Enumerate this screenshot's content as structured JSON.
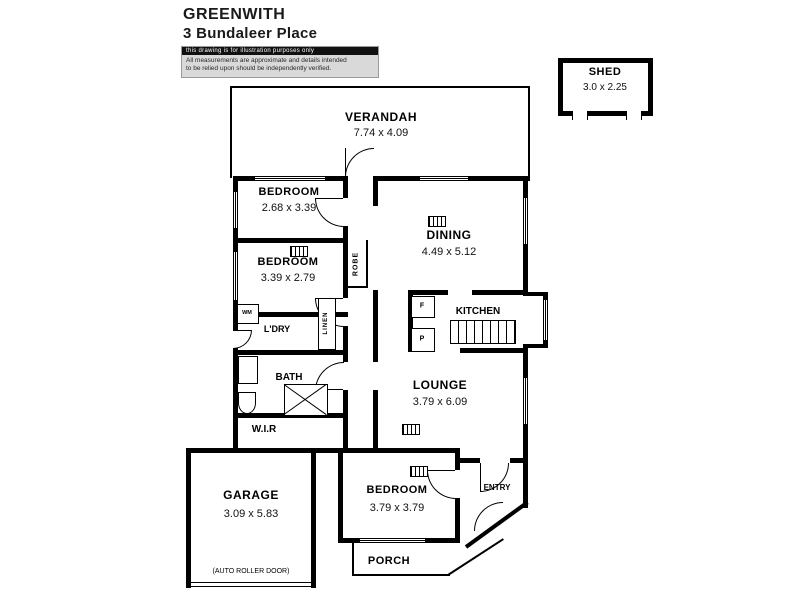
{
  "header": {
    "suburb": "GREENWITH",
    "address": "3 Bundaleer Place"
  },
  "disclaimer": {
    "line1": "this drawing is for illustration purposes only",
    "line2": "All measurements are approximate and details intended",
    "line3": "to be relied upon should be independently verified."
  },
  "rooms": {
    "verandah": {
      "name": "VERANDAH",
      "dims": "7.74 x 4.09"
    },
    "shed": {
      "name": "SHED",
      "dims": "3.0 x 2.25"
    },
    "bedroom_front": {
      "name": "BEDROOM",
      "dims": "2.68 x 3.39"
    },
    "bedroom_mid": {
      "name": "BEDROOM",
      "dims": "3.39 x 2.79"
    },
    "bedroom_rear": {
      "name": "BEDROOM",
      "dims": "3.79 x 3.79"
    },
    "dining": {
      "name": "DINING",
      "dims": "4.49 x 5.12"
    },
    "kitchen": {
      "name": "KITCHEN"
    },
    "lounge": {
      "name": "LOUNGE",
      "dims": "3.79 x 6.09"
    },
    "garage": {
      "name": "GARAGE",
      "dims": "3.09 x 5.83",
      "note": "(AUTO ROLLER DOOR)"
    },
    "laundry": {
      "name": "L'DRY"
    },
    "bath": {
      "name": "BATH"
    },
    "wir": {
      "name": "W.I.R"
    },
    "entry": {
      "name": "ENTRY"
    },
    "porch": {
      "name": "PORCH"
    },
    "robe": {
      "name": "ROBE"
    },
    "linen": {
      "name": "LINEN"
    }
  },
  "fixtures": {
    "washing_machine": "WM",
    "fridge": "F",
    "pantry": "P"
  },
  "colors": {
    "wall": "#000000",
    "background": "#ffffff",
    "disclaimer_bar": "#111111",
    "disclaimer_bg": "#d9d9d9"
  }
}
